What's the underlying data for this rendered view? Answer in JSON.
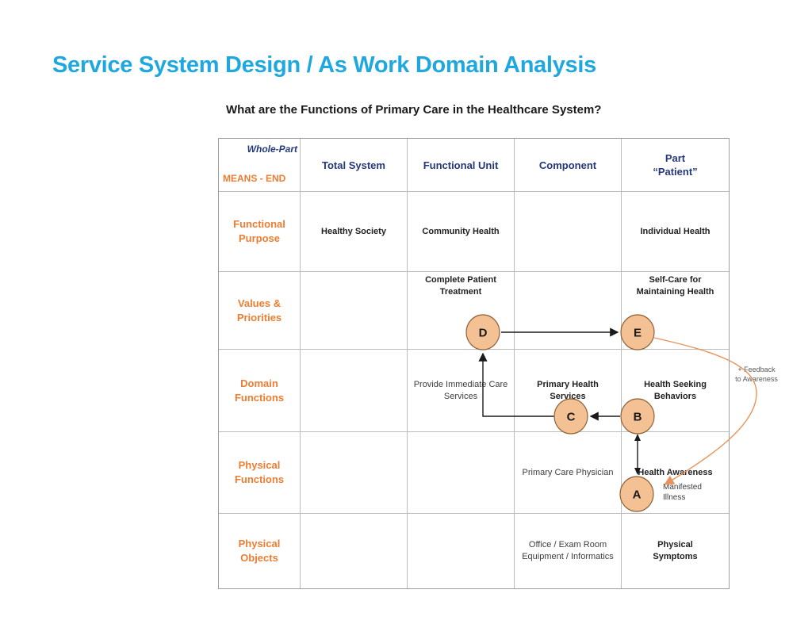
{
  "slide": {
    "title": "Service System Design / As Work Domain Analysis",
    "subtitle": "What are the Functions of Primary Care in the Healthcare System?"
  },
  "table": {
    "corner": {
      "top_label": "Whole-Part",
      "bottom_label": "MEANS - END"
    },
    "column_headers": [
      "Total System",
      "Functional Unit",
      "Component",
      "Part\n“Patient”"
    ],
    "rows": [
      {
        "label": "Functional\nPurpose",
        "cells": [
          "Healthy Society",
          "Community Health",
          "",
          "Individual Health"
        ]
      },
      {
        "label": "Values &\nPriorities",
        "cells": [
          "",
          "Complete Patient\nTreatment",
          "",
          "Self-Care for\nMaintaining Health"
        ]
      },
      {
        "label": "Domain\nFunctions",
        "cells": [
          "",
          "Provide Immediate Care\nServices",
          "Primary Health\nServices",
          "Health Seeking\nBehaviors"
        ]
      },
      {
        "label": "Physical\nFunctions",
        "cells": [
          "",
          "",
          "Primary Care Physician",
          "Health Awareness"
        ]
      },
      {
        "label": "Physical\nObjects",
        "cells": [
          "",
          "",
          "Office / Exam Room\nEquipment / Informatics",
          "Physical\nSymptoms"
        ]
      }
    ]
  },
  "nodes": {
    "A": "A",
    "B": "B",
    "C": "C",
    "D": "D",
    "E": "E"
  },
  "annotations": {
    "feedback": "+ Feedback\nto Awareness",
    "manifested_illness": "Manifested\nIllness"
  },
  "colors": {
    "title_blue": "#1FA8E0",
    "header_navy": "#24397B",
    "label_orange": "#ED7D31",
    "node_fill": "#F4C194",
    "node_border": "#8C6239",
    "arrow_black": "#1a1a1a",
    "feedback_orange": "#E8935A",
    "grid_gray": "#bcbcbc"
  }
}
